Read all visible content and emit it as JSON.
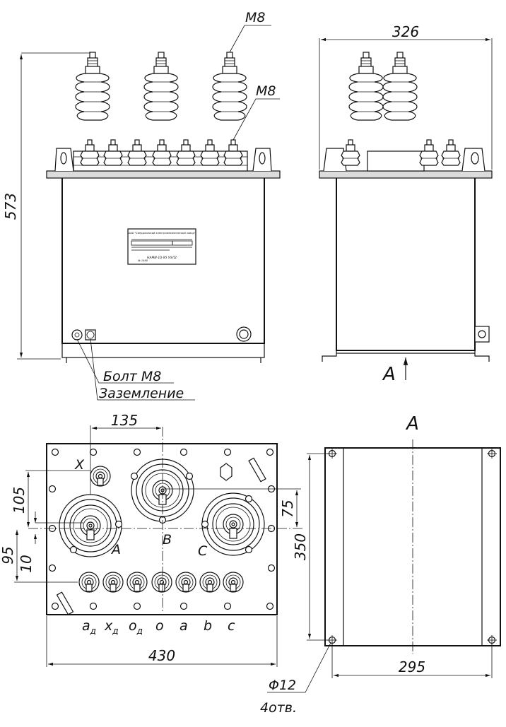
{
  "front_view": {
    "thread_top": "M8",
    "thread_low": "M8",
    "height_dim": "573",
    "bolt_label": "Болт М8",
    "ground_label": "Заземление"
  },
  "side_view": {
    "width_dim": "326",
    "view_marker": "A"
  },
  "top_view": {
    "dim_135": "135",
    "dim_105": "105",
    "dim_95": "95",
    "dim_10": "10",
    "dim_75": "75",
    "dim_430": "430",
    "label_X": "X",
    "label_A": "A",
    "label_B": "B",
    "label_C": "C",
    "terminals": [
      {
        "main": "a",
        "sub": "д"
      },
      {
        "main": "x",
        "sub": "д"
      },
      {
        "main": "o",
        "sub": "д"
      },
      {
        "main": "o",
        "sub": ""
      },
      {
        "main": "a",
        "sub": ""
      },
      {
        "main": "b",
        "sub": ""
      },
      {
        "main": "c",
        "sub": ""
      }
    ]
  },
  "view_a": {
    "title": "A",
    "dim_350": "350",
    "dim_295": "295",
    "hole_dia": "Φ12",
    "hole_count": "4отв."
  },
  "nameplate": {
    "line1": "ОАО \"Свердловский электромеханический завод\"",
    "line2": "НАМИ-10-95 УХЛ2",
    "serial": "№ 1460"
  }
}
